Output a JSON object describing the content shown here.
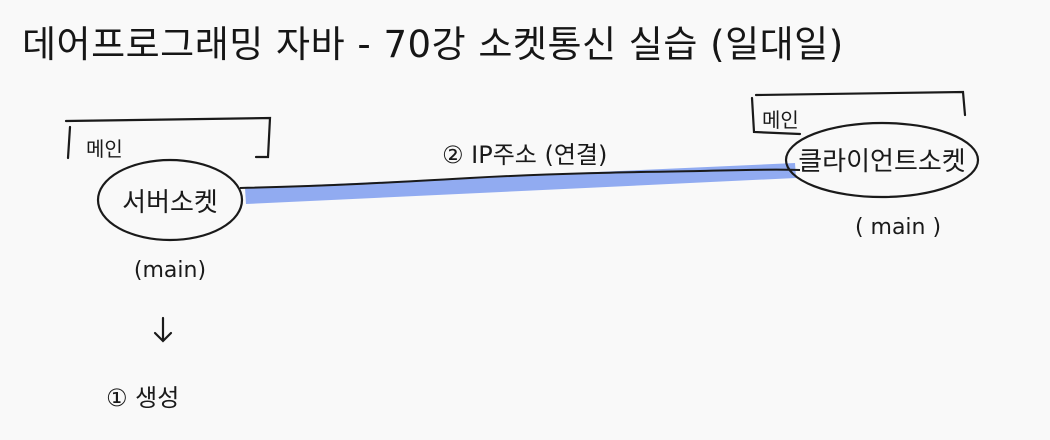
{
  "title": "데어프로그래밍 자바 - 70강 소켓통신 실습 (일대일)",
  "server": {
    "label": "서버소켓",
    "thread_tag": "메인",
    "thread_name": "(main)",
    "step": "① 생성"
  },
  "client": {
    "label": "클라이언트소켓",
    "thread_tag": "메인",
    "thread_name": "( main )"
  },
  "connection": {
    "label": "② IP주소 (연결)",
    "highlight_color": "#7f9ef0"
  },
  "colors": {
    "background": "#f9f9f9",
    "ink": "#1a1a1a"
  }
}
